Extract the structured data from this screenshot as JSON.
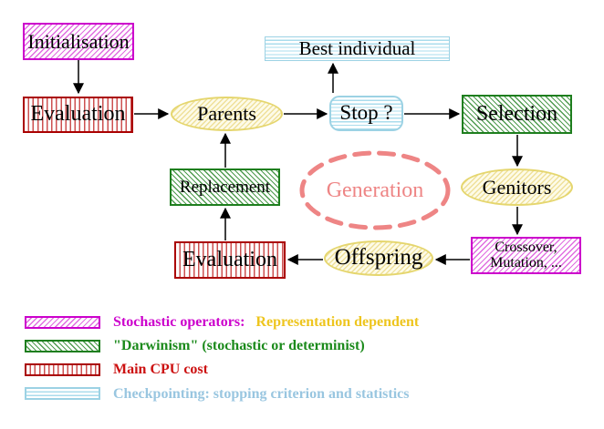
{
  "diagram": {
    "title_implicit": "Evolutionary algorithm loop",
    "nodes": {
      "initialisation": {
        "label": "Initialisation"
      },
      "evaluation_top": {
        "label": "Evaluation"
      },
      "parents": {
        "label": "Parents"
      },
      "best_individual": {
        "label": "Best individual"
      },
      "stop": {
        "label": "Stop ?"
      },
      "selection": {
        "label": "Selection"
      },
      "genitors": {
        "label": "Genitors"
      },
      "crossover_mutation": {
        "line1": "Crossover,",
        "line2": "Mutation, ..."
      },
      "offspring": {
        "label": "Offspring"
      },
      "evaluation_bottom": {
        "label": "Evaluation"
      },
      "replacement": {
        "label": "Replacement"
      },
      "generation": {
        "label": "Generation"
      }
    },
    "arrows": [
      "initialisation -> evaluation_top",
      "evaluation_top -> parents",
      "parents -> stop",
      "stop -> best_individual",
      "stop -> selection",
      "selection -> genitors",
      "genitors -> crossover_mutation",
      "crossover_mutation -> offspring",
      "offspring -> evaluation_bottom",
      "evaluation_bottom -> replacement",
      "replacement -> parents"
    ],
    "colors": {
      "magenta": "#cc00cc",
      "red": "#aa0000",
      "green": "#1e7e1e",
      "cyan": "#9cd2e4",
      "yellow_node": "#e5d66e",
      "generation_pink": "#ee8585",
      "arrow_black": "#000000"
    }
  },
  "legend": {
    "items": [
      {
        "pattern": "magenta-diagonal-hatch",
        "text": "Stochastic operators:",
        "text2": "Representation dependent"
      },
      {
        "pattern": "green-diagonal-hatch",
        "text": "\"Darwinism\" (stochastic or determinist)"
      },
      {
        "pattern": "red-vertical-lines",
        "text": "Main CPU cost"
      },
      {
        "pattern": "cyan-horizontal-lines",
        "text": "Checkpointing: stopping criterion and statistics"
      }
    ]
  }
}
